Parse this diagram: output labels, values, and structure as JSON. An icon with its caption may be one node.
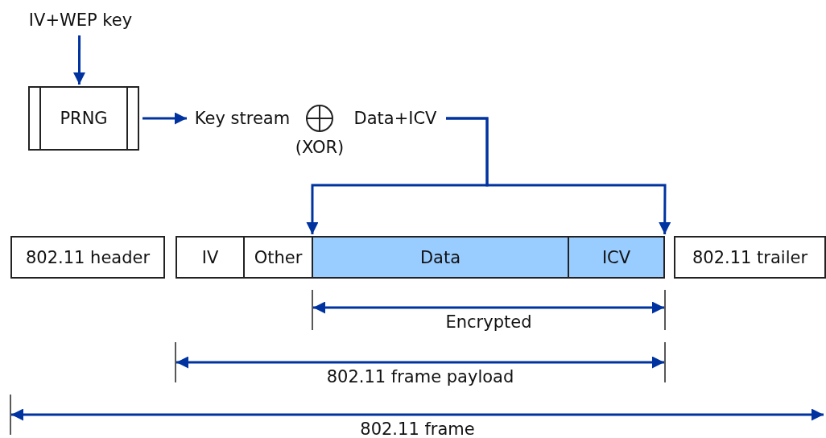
{
  "diagram": {
    "nodes": [
      {
        "text": [
          "IV+WEP key"
        ]
      },
      {
        "text": [
          "PRNG"
        ]
      },
      {
        "text": [
          "Key stream"
        ]
      },
      {
        "text": [],
        "shape": "circle",
        "beside": [
          "(XOR)"
        ]
      },
      {
        "text": [
          "Data+ICV"
        ]
      },
      {
        "text": [
          "802.11 header"
        ]
      },
      {
        "text": [
          "IV"
        ]
      },
      {
        "text": [
          "Other"
        ]
      },
      {
        "text": [
          "Data"
        ]
      },
      {
        "text": [
          "ICV"
        ]
      },
      {
        "text": [
          "802.11 trailer"
        ]
      }
    ],
    "edges": [
      {
        "from": 0,
        "to": 1,
        "arrow": "to"
      },
      {
        "from": 1,
        "to": 2,
        "arrow": "to"
      },
      {
        "from": 4,
        "to": 8,
        "arrow": "to"
      },
      {
        "from": 4,
        "to": 9,
        "arrow": "to"
      }
    ],
    "labels": [
      "Encrypted",
      "802.11 frame payload",
      "802.11 frame"
    ]
  }
}
